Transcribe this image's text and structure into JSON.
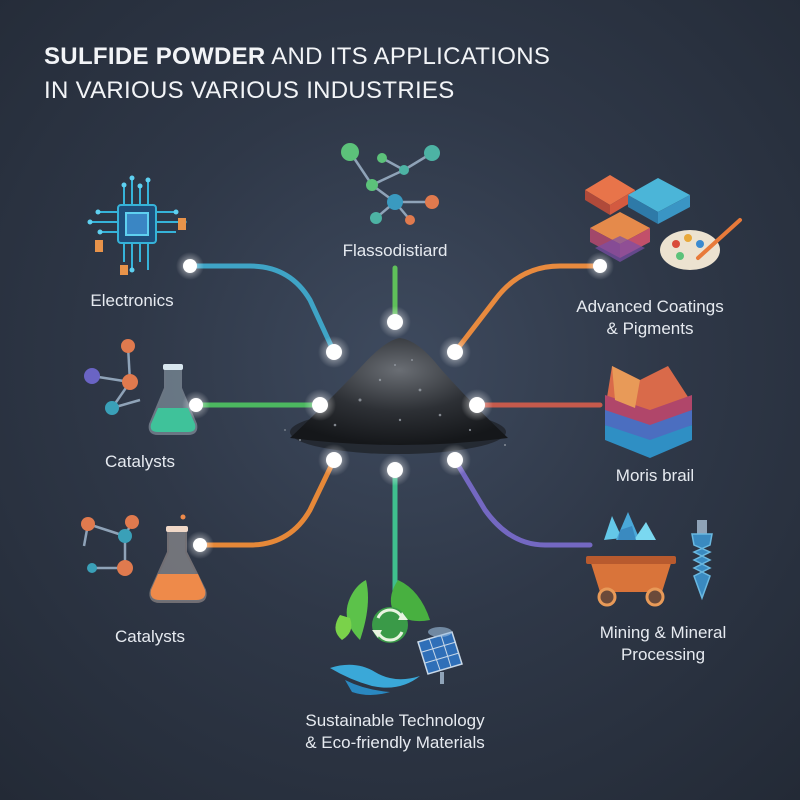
{
  "title": {
    "bold": "SULFIDE POWDER",
    "rest_line1": " AND ITS APPLICATIONS",
    "line2": "IN VARIOUS VARIOUS INDUSTRIES"
  },
  "nodes": [
    {
      "id": "electronics",
      "label": "Electronics",
      "icon": "circuit-chip-icon",
      "color": "#3fa4c6"
    },
    {
      "id": "flassodistiard",
      "label": "Flassodistiard",
      "icon": "molecule-icon",
      "color": "#5fc05a"
    },
    {
      "id": "coatings",
      "label_line1": "Advanced Coatings",
      "label_line2": "& Pigments",
      "icon": "paint-palette-icon",
      "color": "#e88a3e"
    },
    {
      "id": "catalysts-1",
      "label": "Catalysts",
      "icon": "flask-green-icon",
      "color": "#4cb860"
    },
    {
      "id": "moris-brail",
      "label": "Moris brail",
      "icon": "layered-crystal-icon",
      "color": "#c65a4c"
    },
    {
      "id": "catalysts-2",
      "label": "Catalysts",
      "icon": "flask-orange-icon",
      "color": "#e68838"
    },
    {
      "id": "mining",
      "label_line1": "Mining & Mineral",
      "label_line2": "Processing",
      "icon": "mine-cart-icon",
      "color": "#7468c2"
    },
    {
      "id": "sustainable",
      "label_line1": "Sustainable Technology",
      "label_line2": "& Eco-friendly Materials",
      "icon": "eco-solar-icon",
      "color": "#3fbf8e"
    }
  ],
  "center": {
    "name": "sulfide-powder-pile"
  }
}
